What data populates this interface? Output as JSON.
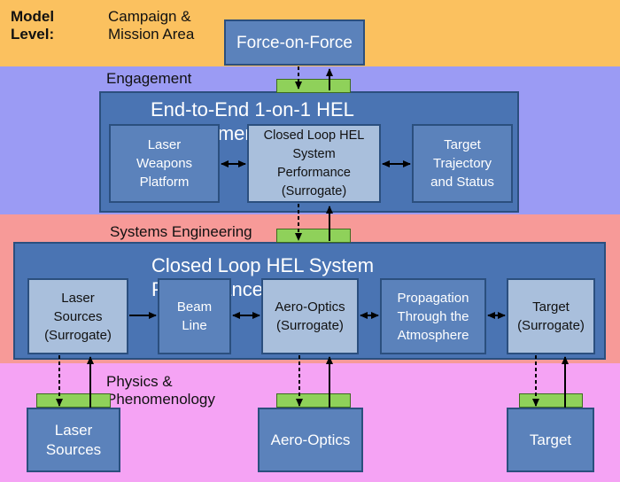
{
  "legend": {
    "model_level": "Model\nLevel:"
  },
  "levels": {
    "campaign": "Campaign &\nMission Area",
    "engagement": "Engagement",
    "systems": "Systems Engineering",
    "physics": "Physics &\nPhenomenology"
  },
  "boxes": {
    "force_on_force": "Force-on-Force",
    "e2e_title": "End-to-End 1-on-1 HEL\nEngagement",
    "laser_weapons_platform": "Laser\nWeapons\nPlatform",
    "closed_loop_surrogate": "Closed Loop HEL\nSystem\nPerformance\n(Surrogate)",
    "target_trajectory": "Target\nTrajectory\nand Status",
    "closed_loop_title": "Closed Loop HEL System\nPerformance",
    "laser_sources_surrogate": "Laser\nSources\n(Surrogate)",
    "beam_line": "Beam\nLine",
    "aero_optics_surrogate": "Aero-Optics\n(Surrogate)",
    "propagation": "Propagation\nThrough the\nAtmosphere",
    "target_surrogate": "Target\n(Surrogate)",
    "laser_sources": "Laser\nSources",
    "aero_optics": "Aero-Optics",
    "target": "Target"
  },
  "colors": {
    "campaign_band": "#fbc15f",
    "engagement_band": "#9b9bf4",
    "systems_band": "#f79a98",
    "physics_band": "#f5a3f4"
  }
}
